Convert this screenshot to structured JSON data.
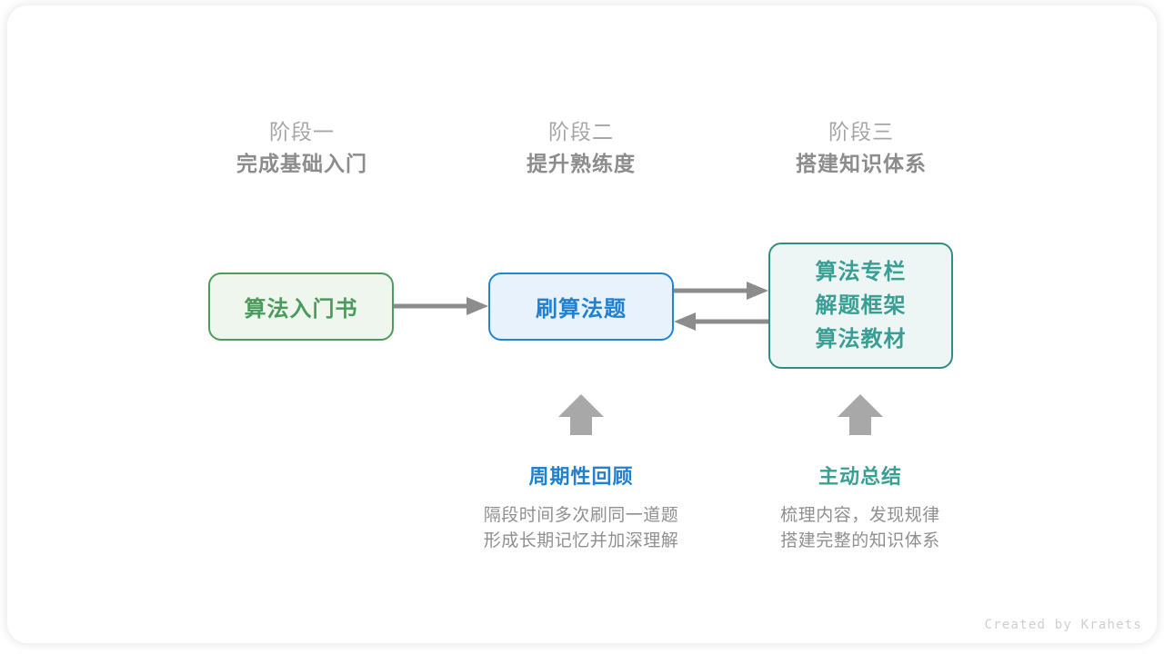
{
  "canvas": {
    "background": "#ffffff",
    "card_radius": "22px"
  },
  "phases": [
    {
      "sub": "阶段一",
      "title": "完成基础入门"
    },
    {
      "sub": "阶段二",
      "title": "提升熟练度"
    },
    {
      "sub": "阶段三",
      "title": "搭建知识体系"
    }
  ],
  "nodes": {
    "book": {
      "label": "算法入门书",
      "border_color": "#4f9a5e",
      "fill_color": "#eef6ee",
      "text_color": "#4b9a5b"
    },
    "practice": {
      "label": "刷算法题",
      "border_color": "#2185d0",
      "fill_color": "#e7f2fc",
      "text_color": "#2180cf"
    },
    "resources": {
      "lines": [
        "算法专栏",
        "解题框架",
        "算法教材"
      ],
      "border_color": "#2f8f86",
      "fill_color": "#edf6f4",
      "text_color": "#399e94"
    }
  },
  "connectors": {
    "color": "#8c8c8c",
    "items": [
      {
        "name": "book-to-practice",
        "direction": "right"
      },
      {
        "name": "practice-to-resources",
        "direction": "right"
      },
      {
        "name": "resources-to-practice",
        "direction": "left"
      },
      {
        "name": "review-up",
        "direction": "up"
      },
      {
        "name": "summary-up",
        "direction": "up"
      }
    ]
  },
  "notes": [
    {
      "title": "周期性回顾",
      "title_color": "#2180cf",
      "lines": [
        "隔段时间多次刷同一道题",
        "形成长期记忆并加深理解"
      ]
    },
    {
      "title": "主动总结",
      "title_color": "#39a096",
      "lines": [
        "梳理内容，发现规律",
        "搭建完整的知识体系"
      ]
    }
  ],
  "credit": "Created by Krahets"
}
